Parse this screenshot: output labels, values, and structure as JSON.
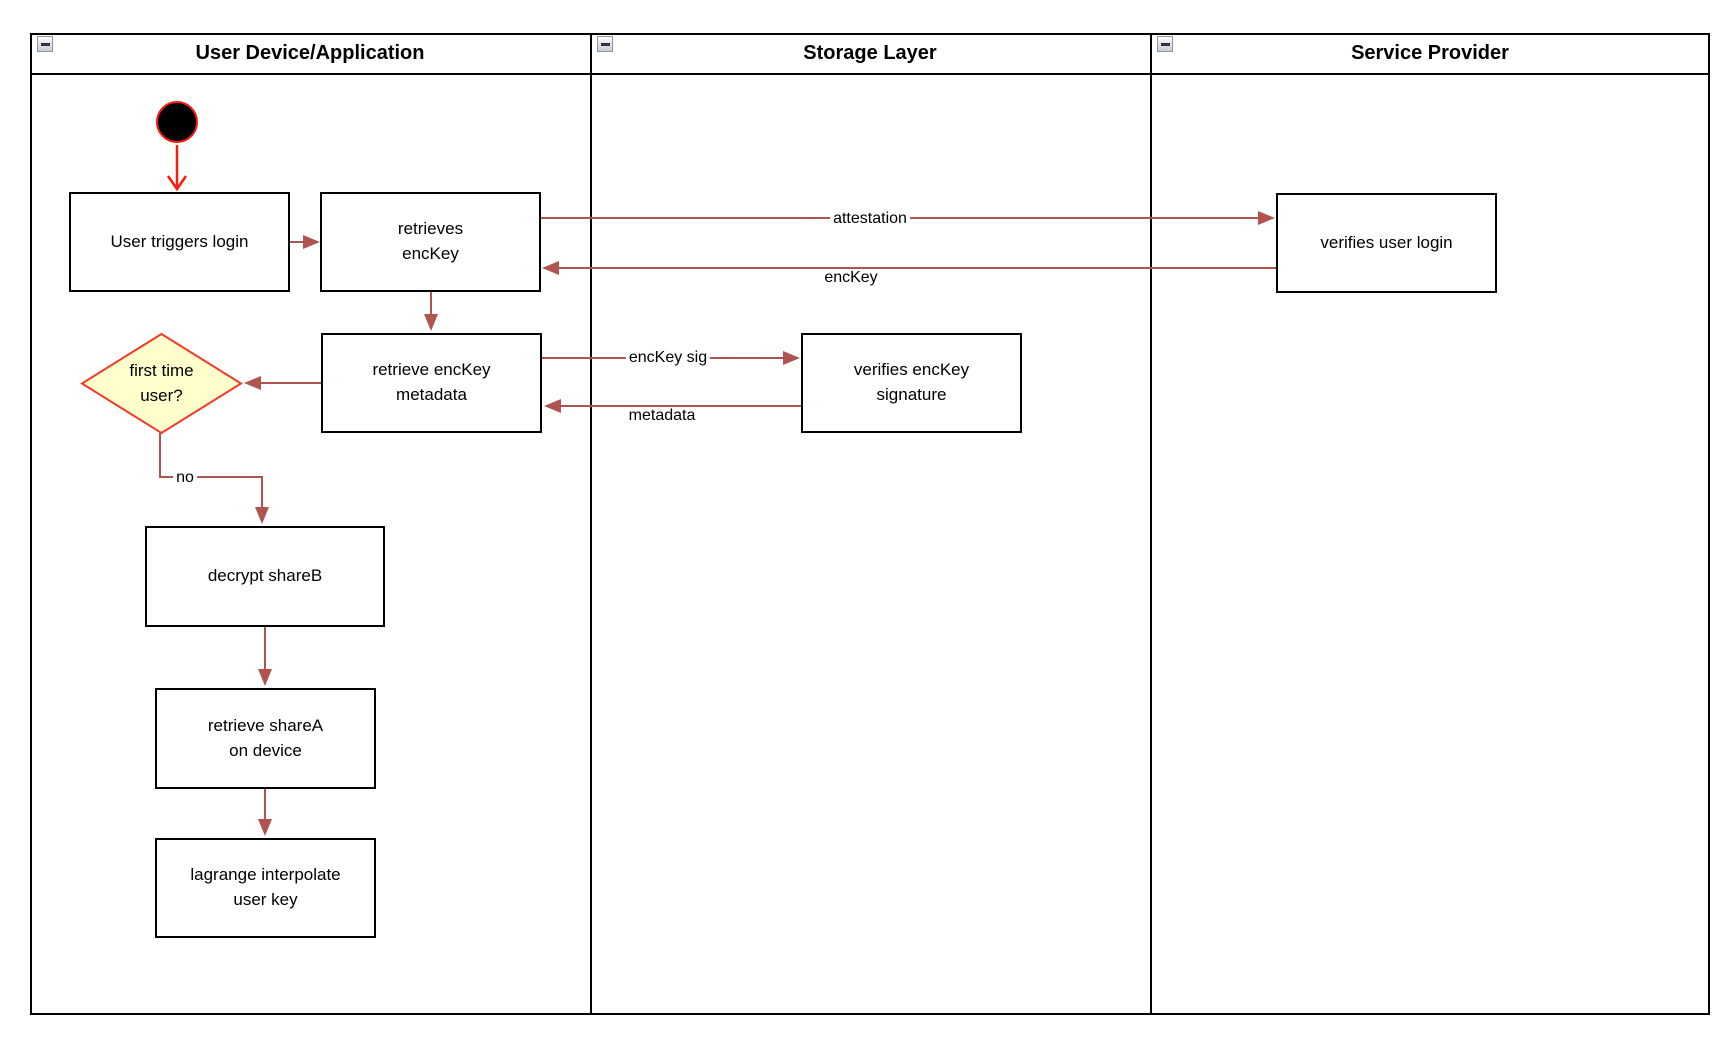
{
  "lanes": [
    {
      "title": "User Device/Application"
    },
    {
      "title": "Storage Layer"
    },
    {
      "title": "Service Provider"
    }
  ],
  "nodes": {
    "start": {
      "type": "initial-node"
    },
    "user_triggers_login": {
      "label": "User triggers login"
    },
    "retrieves_enckey": {
      "label": "retrieves\nencKey"
    },
    "retrieve_enckey_metadata": {
      "label": "retrieve encKey\nmetadata"
    },
    "first_time_user": {
      "label": "first time\nuser?"
    },
    "decrypt_shareb": {
      "label": "decrypt shareB"
    },
    "retrieve_sharea": {
      "label": "retrieve shareA\non device"
    },
    "lagrange_interpolate": {
      "label": "lagrange interpolate\nuser key"
    },
    "verifies_enckey_signature": {
      "label": "verifies encKey\nsignature"
    },
    "verifies_user_login": {
      "label": "verifies user login"
    }
  },
  "edge_labels": {
    "attestation": "attestation",
    "enckey": "encKey",
    "enckey_sig": "encKey sig",
    "metadata": "metadata",
    "no": "no"
  },
  "colors": {
    "arrow": "#b05450",
    "start_accent": "#f61d0d",
    "diamond_border": "#f23a2c",
    "diamond_fill": "#ffffcc",
    "node_border": "#000000",
    "node_fill": "#ffffff",
    "frame_border": "#000000",
    "text": "#000000"
  }
}
